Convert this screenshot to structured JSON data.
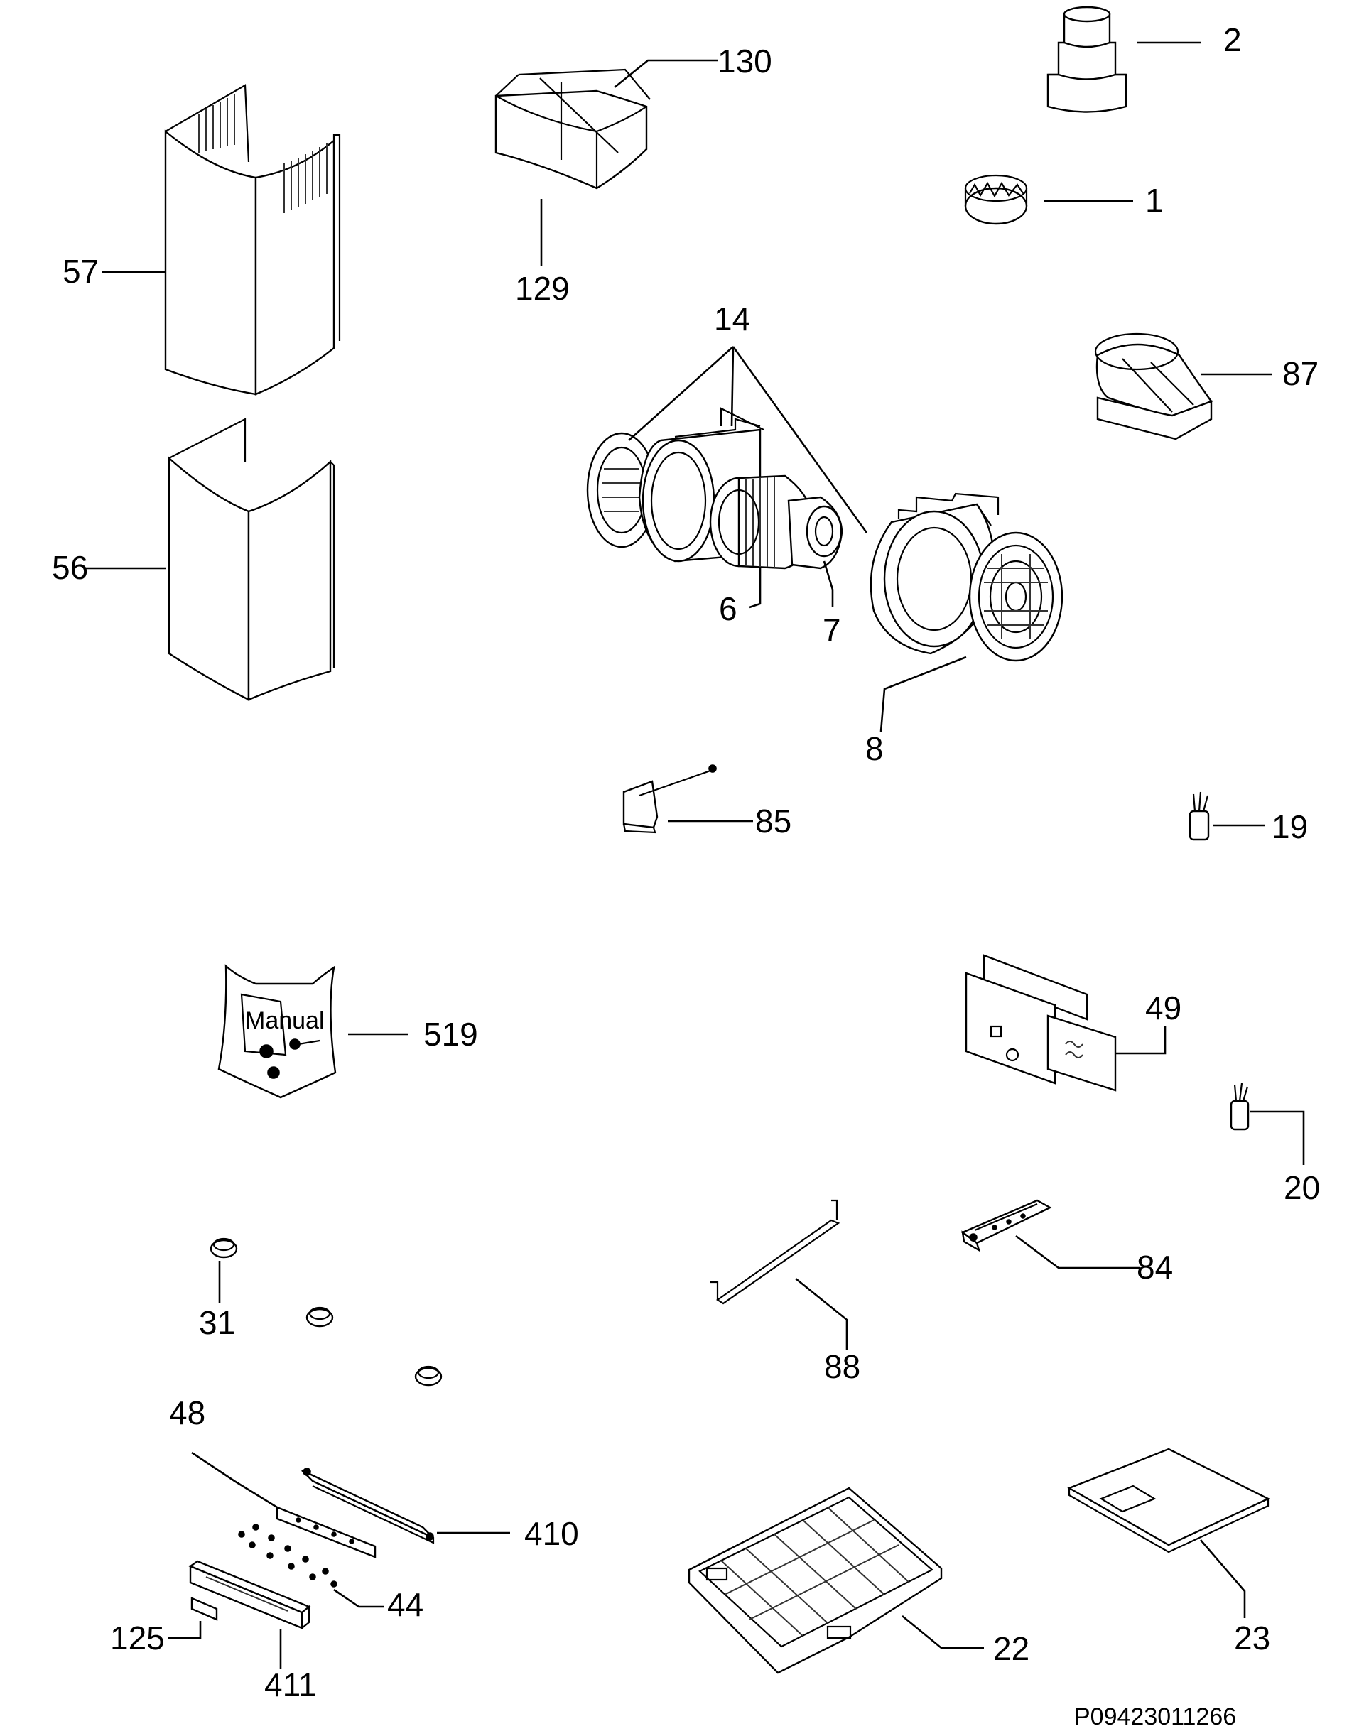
{
  "diagram": {
    "document_code": "P09423011266",
    "labels": {
      "l1": "1",
      "l2": "2",
      "l6": "6",
      "l7": "7",
      "l8": "8",
      "l14": "14",
      "l19": "19",
      "l20": "20",
      "l22": "22",
      "l23": "23",
      "l31": "31",
      "l44": "44",
      "l48": "48",
      "l49": "49",
      "l56": "56",
      "l57": "57",
      "l84": "84",
      "l85": "85",
      "l87": "87",
      "l88": "88",
      "l125": "125",
      "l129": "129",
      "l130": "130",
      "l410": "410",
      "l411": "411",
      "l519": "519"
    },
    "manual_text": "Manual"
  }
}
